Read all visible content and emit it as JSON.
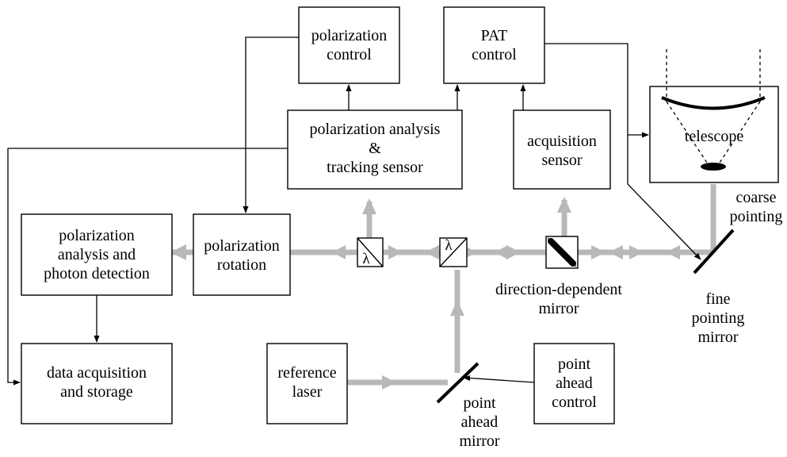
{
  "blocks": {
    "polarization_control": [
      "polarization",
      "control"
    ],
    "pat_control": [
      "PAT",
      "control"
    ],
    "polarization_analysis_tracking": [
      "polarization analysis",
      "&",
      "tracking sensor"
    ],
    "acquisition_sensor": [
      "acquisition",
      "sensor"
    ],
    "telescope": [
      "telescope"
    ],
    "polarization_analysis_detection": [
      "polarization",
      "analysis and",
      "photon detection"
    ],
    "polarization_rotation": [
      "polarization",
      "rotation"
    ],
    "data_acquisition_storage": [
      "data acquisition",
      "and storage"
    ],
    "reference_laser": [
      "reference",
      "laser"
    ],
    "point_ahead_control": [
      "point",
      "ahead",
      "control"
    ]
  },
  "labels": {
    "coarse_pointing": [
      "coarse",
      "pointing"
    ],
    "direction_dependent_mirror": [
      "direction-dependent",
      "mirror"
    ],
    "fine_pointing_mirror": [
      "fine",
      "pointing",
      "mirror"
    ],
    "point_ahead_mirror": [
      "point",
      "ahead",
      "mirror"
    ],
    "lambda_symbol": "λ"
  }
}
